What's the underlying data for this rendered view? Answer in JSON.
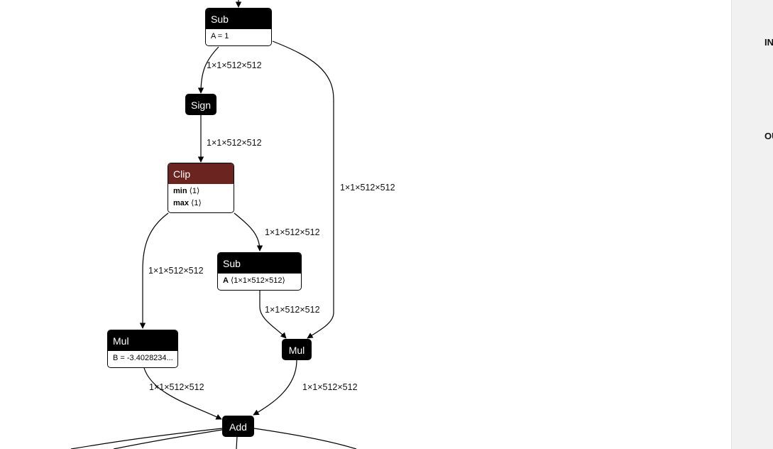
{
  "nodes": {
    "sub1": {
      "title": "Sub",
      "attr_text": "A = 1"
    },
    "sign": {
      "title": "Sign"
    },
    "clip": {
      "title": "Clip",
      "attrs": [
        {
          "name": "min",
          "value": "⟨1⟩"
        },
        {
          "name": "max",
          "value": "⟨1⟩"
        }
      ]
    },
    "sub2": {
      "title": "Sub",
      "attr_name": "A",
      "attr_value": "⟨1×1×512×512⟩"
    },
    "mul1": {
      "title": "Mul",
      "attr_text": "B = -3.4028234..."
    },
    "mul2": {
      "title": "Mul"
    },
    "add": {
      "title": "Add"
    }
  },
  "edge_labels": {
    "sub1_sign": "1×1×512×512",
    "sign_clip": "1×1×512×512",
    "sub1_mul2": "1×1×512×512",
    "clip_sub2": "1×1×512×512",
    "clip_mul1": "1×1×512×512",
    "sub2_mul2": "1×1×512×512",
    "mul1_add": "1×1×512×512",
    "mul2_add": "1×1×512×512"
  },
  "sidebar": {
    "inputs_heading": "IN",
    "outputs_heading": "OU"
  }
}
